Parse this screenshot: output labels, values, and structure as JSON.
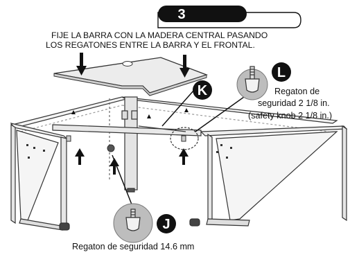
{
  "step": {
    "number": "3"
  },
  "instruction": {
    "line1": "FIJE LA BARRA CON LA MADERA CENTRAL PASANDO",
    "line2": "LOS REGATONES ENTRE LA  BARRA Y EL FRONTAL."
  },
  "callouts": {
    "K": {
      "letter": "K"
    },
    "L": {
      "letter": "L",
      "line1": "Regaton de",
      "line2": "seguridad 2 1/8 in.",
      "line3": "(safety knob 2 1/8 in.)"
    },
    "J": {
      "letter": "J",
      "caption": "Regaton de seguridad 14.6 mm"
    }
  }
}
